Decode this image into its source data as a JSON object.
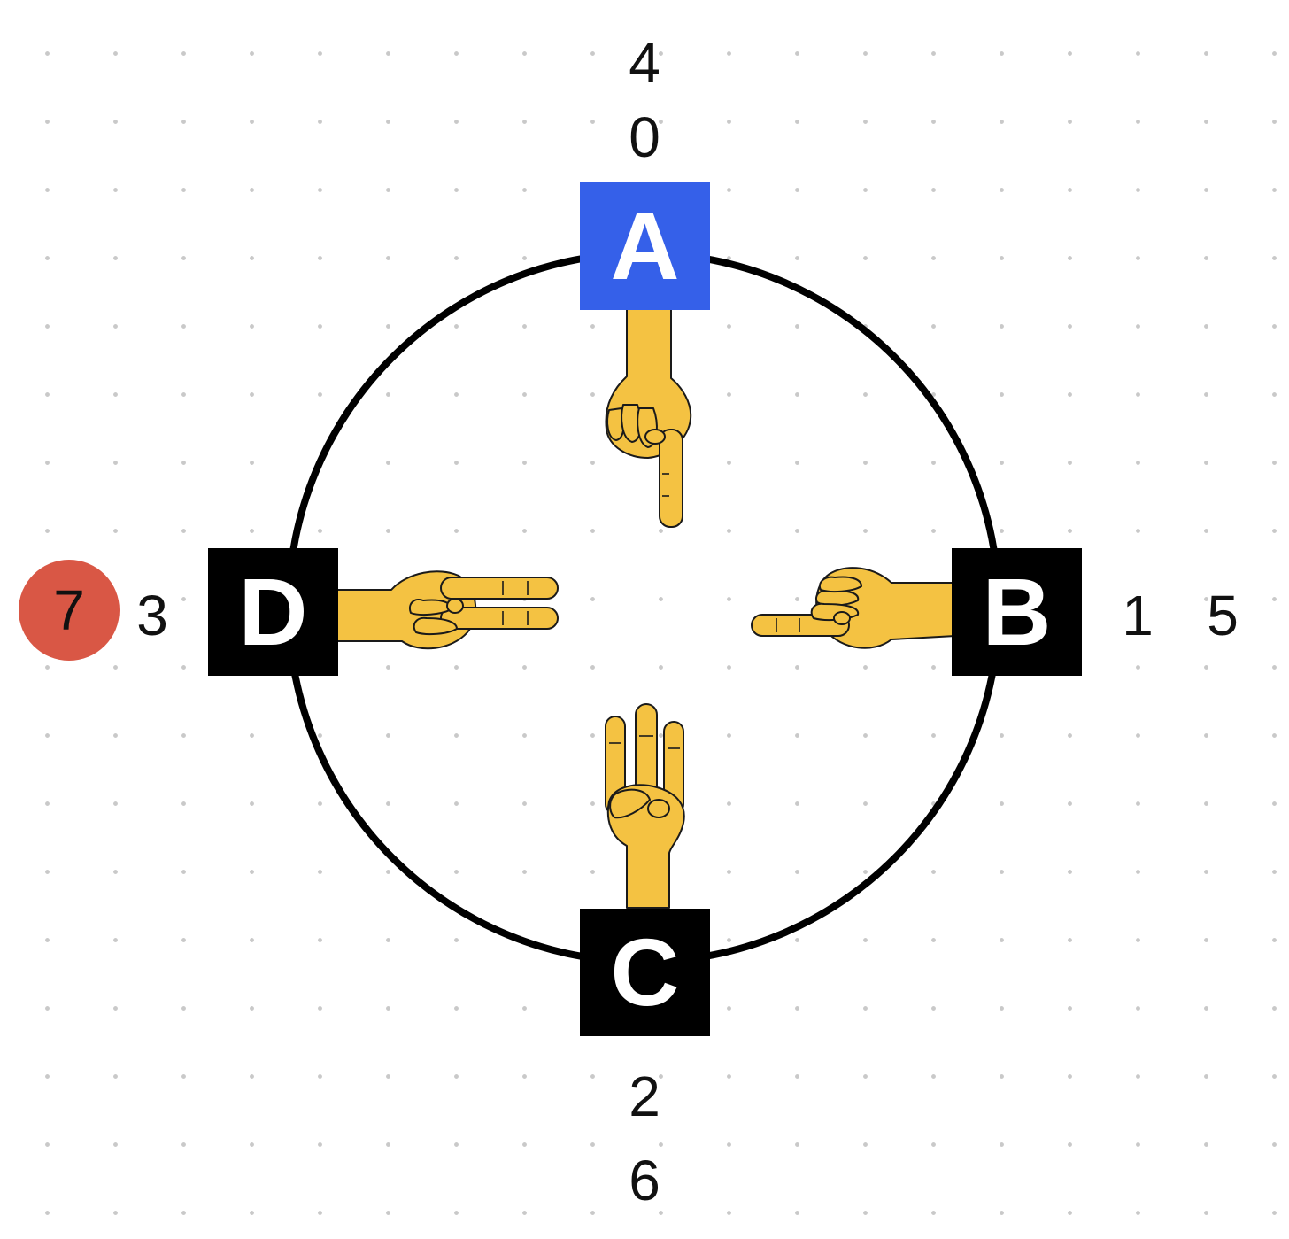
{
  "colors": {
    "background": "#ffffff",
    "grid_dot": "#c9c9c9",
    "ring": "#000000",
    "active_node": "#3560e9",
    "node": "#000000",
    "node_text": "#ffffff",
    "counter_badge": "#d95745",
    "hand_fill": "#f4c242",
    "hand_outline": "#1a1a1a"
  },
  "nodes": {
    "a": {
      "label": "A",
      "active": true,
      "fingers": 1,
      "icon": "pointing-down-hand-icon"
    },
    "b": {
      "label": "B",
      "active": false,
      "fingers": 1,
      "icon": "pointing-left-hand-icon"
    },
    "c": {
      "label": "C",
      "active": false,
      "fingers": 3,
      "icon": "three-fingers-up-hand-icon"
    },
    "d": {
      "label": "D",
      "active": false,
      "fingers": 2,
      "icon": "two-fingers-right-hand-icon"
    }
  },
  "numbers": {
    "a_outer": "4",
    "a_inner": "0",
    "b_inner": "1",
    "b_outer": "5",
    "c_inner": "2",
    "c_outer": "6",
    "d_inner": "3"
  },
  "counter": {
    "value": "7"
  }
}
